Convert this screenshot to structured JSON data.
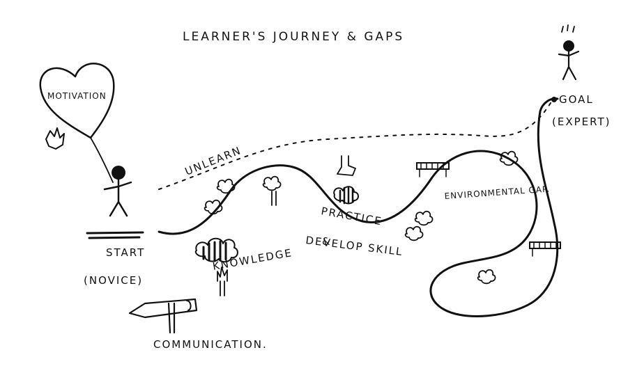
{
  "title": "LEARNER'S JOURNEY & GAPS",
  "labels": {
    "motivation": "MOTIVATION",
    "unlearn": "UNLEARN",
    "start_line1": "START",
    "start_line2": "(NOVICE)",
    "knowledge": "KNOWLEDGE",
    "practice_line1": "PRACTICE",
    "practice_line2": "&",
    "practice_line3": "DEVELOP SKILL",
    "environmental_gap": "ENVIRONMENTAL GAP.",
    "goal_line1": "GOAL",
    "goal_line2": "(EXPERT)",
    "communication": "COMMUNICATION."
  }
}
